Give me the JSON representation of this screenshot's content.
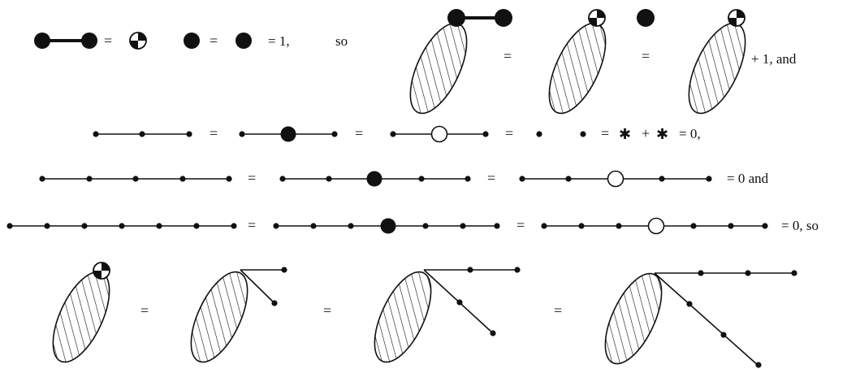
{
  "symbols": {
    "equals": "=",
    "plus": "+",
    "star": "✱"
  },
  "line1": {
    "one_text": "= 1,",
    "so_text": "so"
  },
  "line1_right": {
    "plus_one_and": "+ 1, and"
  },
  "line2": {
    "zero_text": "= 0,"
  },
  "line3": {
    "zero_and": "= 0  and"
  },
  "line4": {
    "zero_so": "= 0, so"
  }
}
